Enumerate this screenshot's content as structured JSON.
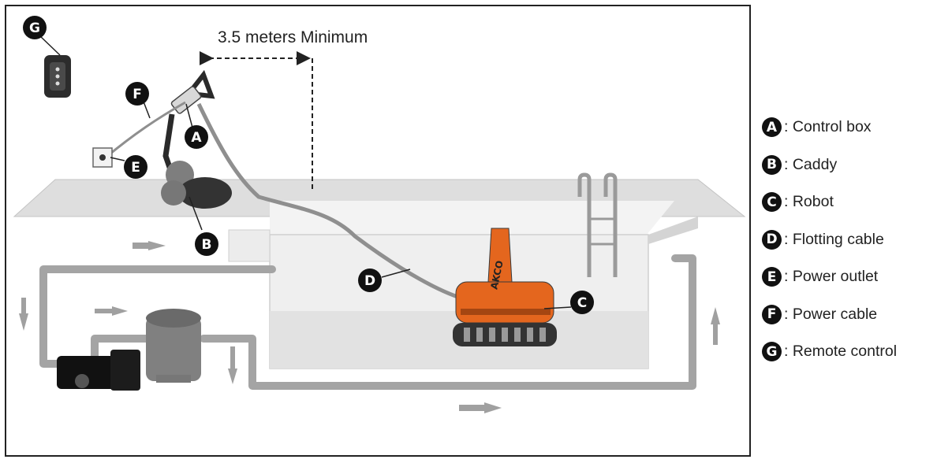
{
  "distance_label": "3.5 meters Minimum",
  "robot_brand": "AKCO",
  "callouts": {
    "A": "A",
    "B": "B",
    "C": "C",
    "D": "D",
    "E": "E",
    "F": "F",
    "G": "G"
  },
  "legend": [
    {
      "key": "A",
      "text": ": Control box"
    },
    {
      "key": "B",
      "text": ": Caddy"
    },
    {
      "key": "C",
      "text": ": Robot"
    },
    {
      "key": "D",
      "text": ": Flotting cable"
    },
    {
      "key": "E",
      "text": ": Power outlet"
    },
    {
      "key": "F",
      "text": ": Power cable"
    },
    {
      "key": "G",
      "text": ": Remote control"
    }
  ],
  "colors": {
    "robot": "#e4661e",
    "pipe": "#a4a4a4",
    "deck": "#dedede",
    "water": "#ededed",
    "outline": "#222222"
  }
}
